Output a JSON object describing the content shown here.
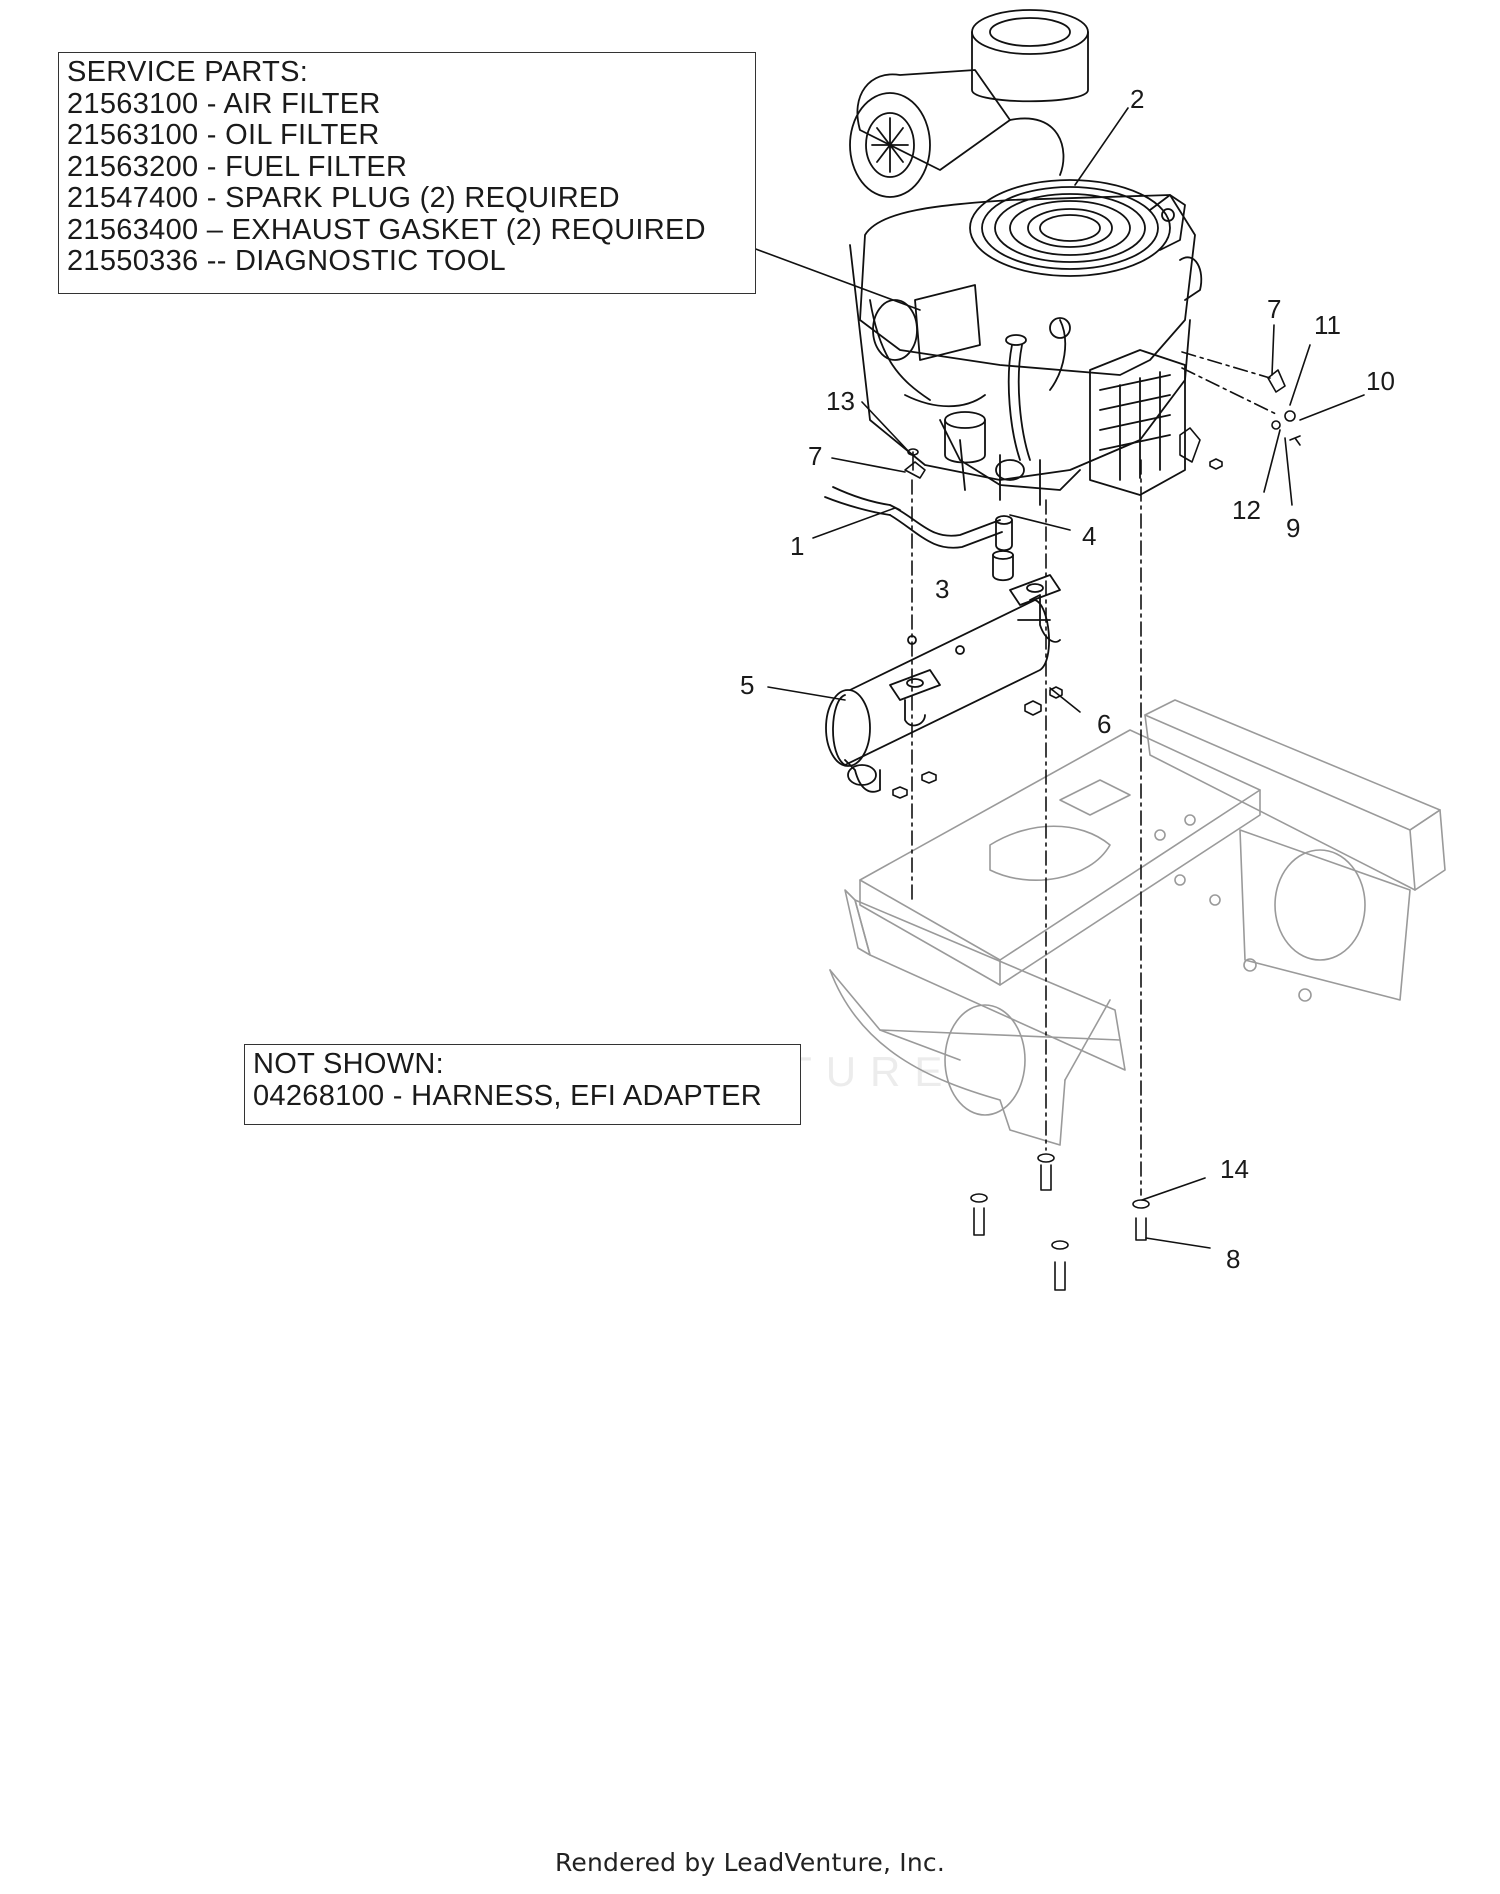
{
  "service_parts": {
    "heading": "SERVICE PARTS:",
    "lines": [
      "21563100 - AIR FILTER",
      "21563100 - OIL FILTER",
      "21563200 - FUEL FILTER",
      "21547400 - SPARK PLUG (2) REQUIRED",
      "21563400 – EXHAUST GASKET (2) REQUIRED",
      "21550336 -- DIAGNOSTIC TOOL"
    ]
  },
  "not_shown": {
    "heading": "NOT SHOWN:",
    "lines": [
      "04268100 - HARNESS, EFI ADAPTER"
    ]
  },
  "callouts": [
    "1",
    "2",
    "3",
    "4",
    "5",
    "6",
    "7",
    "7",
    "8",
    "9",
    "10",
    "11",
    "12",
    "13",
    "14"
  ],
  "watermark": "LEADVENTURE",
  "footer": "Rendered by LeadVenture, Inc."
}
